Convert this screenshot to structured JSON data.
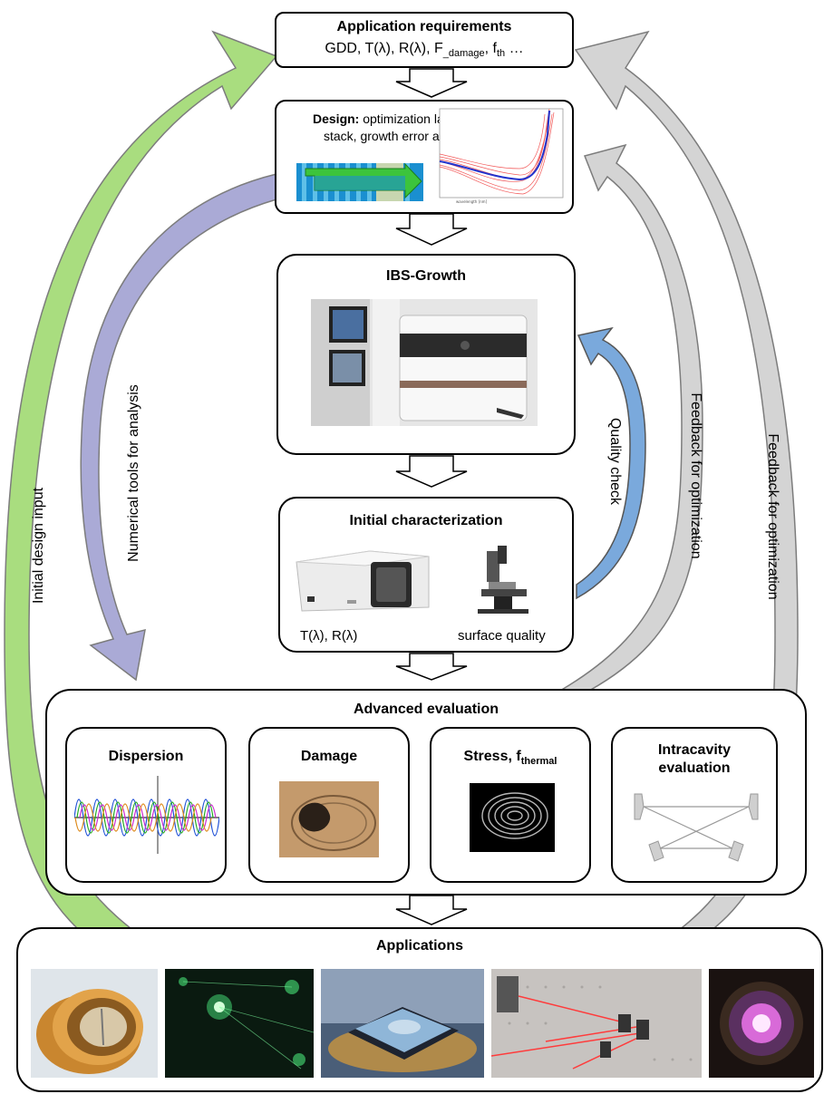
{
  "colors": {
    "green_arrow": "#a9dd7f",
    "gray_arrow": "#d4d4d4",
    "purple_arrow": "#aaaad6",
    "blue_arrow": "#7aa9dc"
  },
  "requirements": {
    "title": "Application requirements",
    "line_gdd": "GDD,",
    "line_t": "T(λ),",
    "line_r": "R(λ),",
    "line_f": "F",
    "line_f_sub": "_damage",
    "line_fth": "f",
    "line_fth_sub": "th",
    "line_ellipsis": "…"
  },
  "design": {
    "title": "Design:",
    "text_1": "optimization layer",
    "text_2": "stack, growth error analysis"
  },
  "growth": {
    "title": "IBS-Growth"
  },
  "characterization": {
    "title": "Initial characterization",
    "label_left": "T(λ), R(λ)",
    "label_right": "surface quality"
  },
  "advanced": {
    "title": "Advanced evaluation",
    "dispersion": "Dispersion",
    "damage": "Damage",
    "stress": "Stress, f",
    "stress_sub": "thermal",
    "intracavity_1": "Intracavity",
    "intracavity_2": "evaluation"
  },
  "applications": {
    "title": "Applications"
  },
  "side_labels": {
    "initial_design": "Initial design input",
    "numerical_tools": "Numerical tools for analysis",
    "quality_check": "Quality check",
    "feedback_inner": "Feedback for optimization",
    "feedback_outer": "Feedback for optimization"
  }
}
